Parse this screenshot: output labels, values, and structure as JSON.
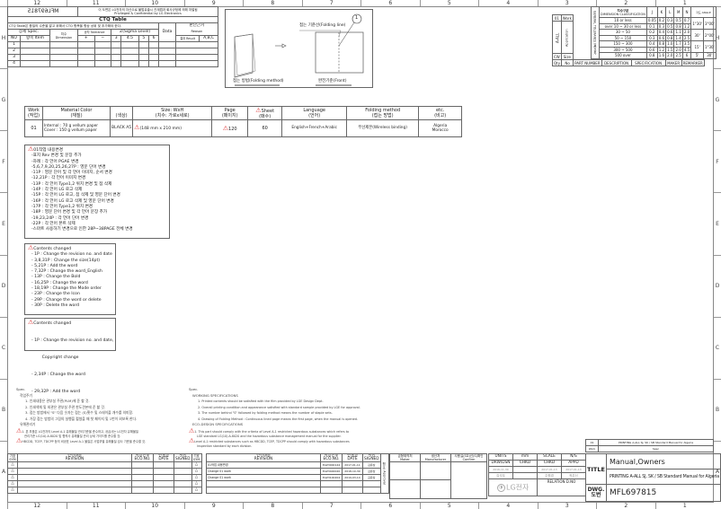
{
  "zones": {
    "columns": [
      "12",
      "11",
      "10",
      "9",
      "8",
      "7",
      "6",
      "5",
      "4",
      "3",
      "2",
      "1"
    ],
    "rows": [
      "H",
      "G",
      "F",
      "E",
      "D",
      "C",
      "B",
      "A"
    ]
  },
  "header": {
    "doc_number_mirrored": "MFL697815",
    "confidential_kr": "이 도면은 LG전자의 자산으로 불법유출시 관계법과 회사규정에 의해 처벌됨",
    "confidential_en": "Privileged & Confidential by LG Electronics"
  },
  "ctq": {
    "title": "CTQ Table",
    "note": "CTQ Table은 품질의 수준을 알고 위해서 CTQ 항목을 항상 상위 및 추가해야 한다.",
    "detail_spec": "상세 Spec.",
    "dimension_kr": "치수",
    "dimension_en": "Dimension",
    "tolerance": "공차 Tolerance",
    "plus": "+",
    "minus": "−",
    "sigma": "Z(Sigma Level)",
    "sigma_levels": [
      "3",
      "4",
      "4.5",
      "5",
      "6"
    ],
    "data": "Data",
    "data_sub": "결과 Result",
    "reason_kr": "판단근거",
    "reason_en": "Reason",
    "reason_sub": "A,B,C",
    "no": "NO",
    "item": "항목 Item",
    "rows": [
      "1",
      "2",
      "3",
      "4"
    ]
  },
  "folding": {
    "line_label": "접는 기준선(Folding line)",
    "balloon": "1",
    "method_label": "접는 방법(Folding method)",
    "front_label": "완전기준(Front)",
    "arrow": "—⊳"
  },
  "tolerance_table": {
    "header_kr": "치수구분",
    "header_en": "DIMENSION CLASSIFICATION",
    "cols": [
      "J",
      "K",
      "L",
      "M",
      "N"
    ],
    "angle": "각도 ANGLE",
    "angle_cols": [
      "JKL",
      "MN"
    ],
    "side_label": "GENERAL TOLERANCE 일반공차",
    "side_unit": "mm",
    "rows": [
      {
        "range": "10 or less",
        "v": [
          "0.05",
          "0.2",
          "0.3",
          "0.5",
          "0.7"
        ]
      },
      {
        "range": "over 10 ~ 30 or less",
        "v": [
          "0.1",
          "0.3",
          "0.5",
          "0.8",
          "1.2"
        ]
      },
      {
        "range": "30 ~ 50",
        "v": [
          "0.2",
          "0.4",
          "0.6",
          "1.1",
          "2.0"
        ]
      },
      {
        "range": "50 ~ 150",
        "v": [
          "0.3",
          "0.6",
          "0.8",
          "1.4",
          "2.5"
        ]
      },
      {
        "range": "150 ~ 300",
        "v": [
          "0.4",
          "0.8",
          "1.0",
          "1.7",
          "3.5"
        ]
      },
      {
        "range": "300 ~ 500",
        "v": [
          "0.6",
          "1.2",
          "1.5",
          "2.0",
          "4.5"
        ]
      },
      {
        "range": "500 over",
        "v": [
          "0.8",
          "1.6",
          "2.0",
          "2.5",
          "6"
        ]
      }
    ],
    "angles": [
      "1°30'",
      "3°00'",
      "30'",
      "2°00'",
      "15'",
      "1°30'",
      "5'",
      "30'"
    ]
  },
  "parts_block": {
    "row1": [
      "01",
      "Work"
    ],
    "a_all": "A-ALL",
    "application": "Application",
    "row_cw": [
      "CW",
      "Size"
    ],
    "footer": [
      "Qty",
      "No",
      "PART NUMBER",
      "DESCRIPTION",
      "SPECIFICATION",
      "MAKER",
      "REMARKER"
    ]
  },
  "work_table": {
    "headers": [
      [
        "Work",
        "(작업)"
      ],
      [
        "Material Color",
        "(재질)"
      ],
      [
        "",
        "(색상)"
      ],
      [
        "Size: WxH",
        "(치수: 가로x세로)"
      ],
      [
        "Page",
        "(페이지)"
      ],
      [
        "Sheet",
        "(매수)"
      ],
      [
        "Language",
        "(언어)"
      ],
      [
        "Folding method",
        "(접는 방법)"
      ],
      [
        "etc.",
        "(비고)"
      ]
    ],
    "row": {
      "work": "01",
      "material_1": "Internal : 70 g vellum paper",
      "material_2": "Cover : 150 g vellum paper",
      "color": "BLACK A5",
      "size": "(148 mm x 210 mm)",
      "page": "120",
      "sheet": "60",
      "language": "English+French+Arabic",
      "folding": "무선제본(Wireless binding)",
      "etc_1": "Algeria",
      "etc_2": "Morocco"
    }
  },
  "change_box_1": {
    "title": "01작업 내용변경",
    "items": [
      "-표지 Rev 변경 및 문장 추가",
      "-차례 : 각 언어 PGAE 변경",
      "-5,6,7,9,20,25,26,27P : 영문 단어 변경",
      "-11P : 영문 단어 및 각 언어 이미지, 순서 변경",
      "-12,21P : 각 언어 이미지 변경",
      "-13P : 각 언어 Type1,2 위치 변경 및 점 삭제",
      "-14P : 각 언어 LG 로고 삭제",
      "-15P : 각 언어 LG 로고, 점 삭제 및 영문 단어 변경",
      "-16P : 각 언어 LG 로고 삭제 및 영문 단어 변경",
      "-17P : 각 언어 Type1,2 위치 변경",
      "-18P : 영문 단어 변경 및 각 언어 문장 추가",
      "-19,23,24P : 각 언어 단어 변경",
      "-22P : 각 언어 폰트 삭제",
      "-스마트 사용하기 변경으로 인한 28P~38PAGE 전체 변경"
    ]
  },
  "change_box_2": {
    "title": "Contents changed",
    "items": [
      "- 1P : Change the revision no. and date",
      "- 3,8,31P : Change the size(14pt)",
      "- 5,21P : Add the word",
      "- 7,32P : Change the word_English",
      "- 13P : Change the Bold",
      "- 16,25P : Change the word",
      "- 18,19P : Change the Mode order",
      "- 23P : Change the Icon",
      "- 29P : Change the word or delete",
      "- 30P : Delete the word"
    ]
  },
  "change_box_3": {
    "title": "Contents changed",
    "items": [
      "- 1P : Change the revision no. and date,",
      "        Copyright change",
      "- 2,34P : Change the word",
      "- 29,32P : Add the word"
    ]
  },
  "spec_kr": {
    "title": "Spec.",
    "section1": "작업주기",
    "items": [
      "1. 인쇄내용은 관부실 주관(PLM)에 준 할 것.",
      "2. 인쇄색채 및 외관은 관부실 주관 한도견본에 준 할 것.",
      "3. 접는 방법에서 \"S\" 다음 숫자는 접는 (S)횟수 및 스테이플 개수를 의미함.",
      "4. 가장 접는 방법의 그림의 실행을 펼쳤을 때 첫 페이지 및 1번이 외보록 한다."
    ],
    "section2": "유해관리기",
    "eco": [
      "1. 본 부품은 LG전자의 Level A-1 유해물질 관리기준을 준수하고, 공급사는 LG전자 유해물질",
      "관리기준 LG(10)-A-8020 및 협력사 유해물질 관리 상세 가이드를 준수할 것.",
      "HBCDD, TCEP, TDCPP 등의 비공표 Level A-1 물질은 사업부별 유해물질 검사 기준을 준수할 것."
    ]
  },
  "spec_en": {
    "title": "Spec.",
    "section1": "WORKING SPECIFICATIONS",
    "items": [
      "1. Printed contents should be satisfied with the film provided by LGE Design Dept.",
      "2. Overall printing condition and appearance satisfied with standard sample provided by LGE for approval.",
      "3. The number behind \"S\" followed by folding method means the number of staple sets.",
      "4. Drawing of Folding Method : Continuous lined page means the first page, when the manual is opened."
    ],
    "section2": "ECO-DESIGN SPECIFICATIONS",
    "eco": [
      "1. This part should comply with the criteria of Level A-1 restricted hazardous substances which refers to",
      "LGE standard LG(10)-A-8020 and the hazardous substance management manual for the supplier.",
      "Level A-1 restricted substances such as HBCDD, TCEP, TDCPP should comply with hazardous substances",
      "inspection standard by each division."
    ]
  },
  "revision_left": {
    "headers": [
      [
        "기호",
        "SYM"
      ],
      [
        "변경내용",
        "REVISION"
      ],
      [
        "시방번호",
        "ECO.NO."
      ],
      [
        "년월일",
        "DATE"
      ],
      [
        "서명",
        "SIGNED"
      ],
      [
        "기호",
        "SYM"
      ]
    ],
    "syms": [
      "1",
      "2",
      "3",
      "4",
      "5",
      "6"
    ]
  },
  "revision_right": {
    "headers": [
      [
        "변경내용",
        "REVISION"
      ],
      [
        "시방번호",
        "ECO.NO."
      ],
      [
        "년월일",
        "DATE"
      ],
      [
        "서명",
        "SIGNED"
      ]
    ],
    "rows": [
      {
        "rev": "01작업 내용변경",
        "eco": "EAZ3000144",
        "date": "2017-01-11",
        "signed": "김유상"
      },
      {
        "rev": "Change 01 work",
        "eco": "EAZ3400020",
        "date": "2018-10-30",
        "signed": "김유상"
      },
      {
        "rev": "Change 01 work",
        "eco": "EAZ3100204",
        "date": "2019-03-14",
        "signed": "김유상"
      }
    ],
    "approval_kr": "협 조",
    "approval_en": "Approval"
  },
  "maker_block": {
    "maker_kr": "금형제작처",
    "maker_en": "Maker",
    "manufacturer_kr": "생산처",
    "manufacturer_en": "Manufacturer",
    "confirm_kr": "사용실(SD)신(S)확인",
    "confirm_en": "Confirm"
  },
  "title_block": {
    "units_label": "UNITS",
    "units": "mm",
    "scale_label": "SCALE",
    "scale": "N/S",
    "drw_label": "DRW/DSN",
    "chkd_label": "CHKD",
    "chkd2_label": "CHKD",
    "appd_label": "APPD",
    "drw_date": "2016-11-30",
    "chkd2_date": "2017-01-13",
    "appd_date": "2017-01-13",
    "drw_name": "김석우",
    "chkd2_name": "주원경",
    "appd_name": "곽은신",
    "logo_text": "LG전자",
    "relation_label": "RELATION D.NO",
    "title_label": "TITLE",
    "title_1": "Manual,Owners",
    "title_2": "PRINTING A-ALL SJ, SK / SB Standard Manual for Algeria",
    "dwg_label_1": "DWG.",
    "dwg_label_2": "도번",
    "dwg_no": "MFL697815",
    "top_row": {
      "no": "01",
      "desc": "PRINTING A-ALL SJ, SK / SB Standard Manual for Algeria",
      "work": "Work",
      "spec": "Spec"
    }
  }
}
